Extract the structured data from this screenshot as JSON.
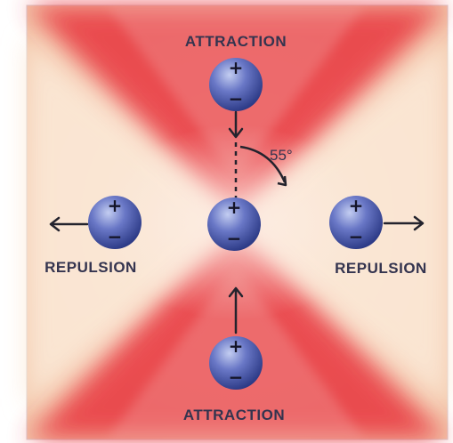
{
  "labels": {
    "attraction_top": "ATTRACTION",
    "attraction_bottom": "ATTRACTION",
    "repulsion_left": "REPULSION",
    "repulsion_right": "REPULSION",
    "angle": "55°"
  },
  "signs": {
    "plus": "+",
    "minus": "−"
  },
  "colors": {
    "frame": "#d9cfd0",
    "background": "#f3c8ac",
    "attraction_field": "#e8353d",
    "field_light": "#fbe8d6",
    "dipole_light": "#c3cdf1",
    "dipole_dark": "#2c3a86",
    "arrow": "#23232d"
  }
}
